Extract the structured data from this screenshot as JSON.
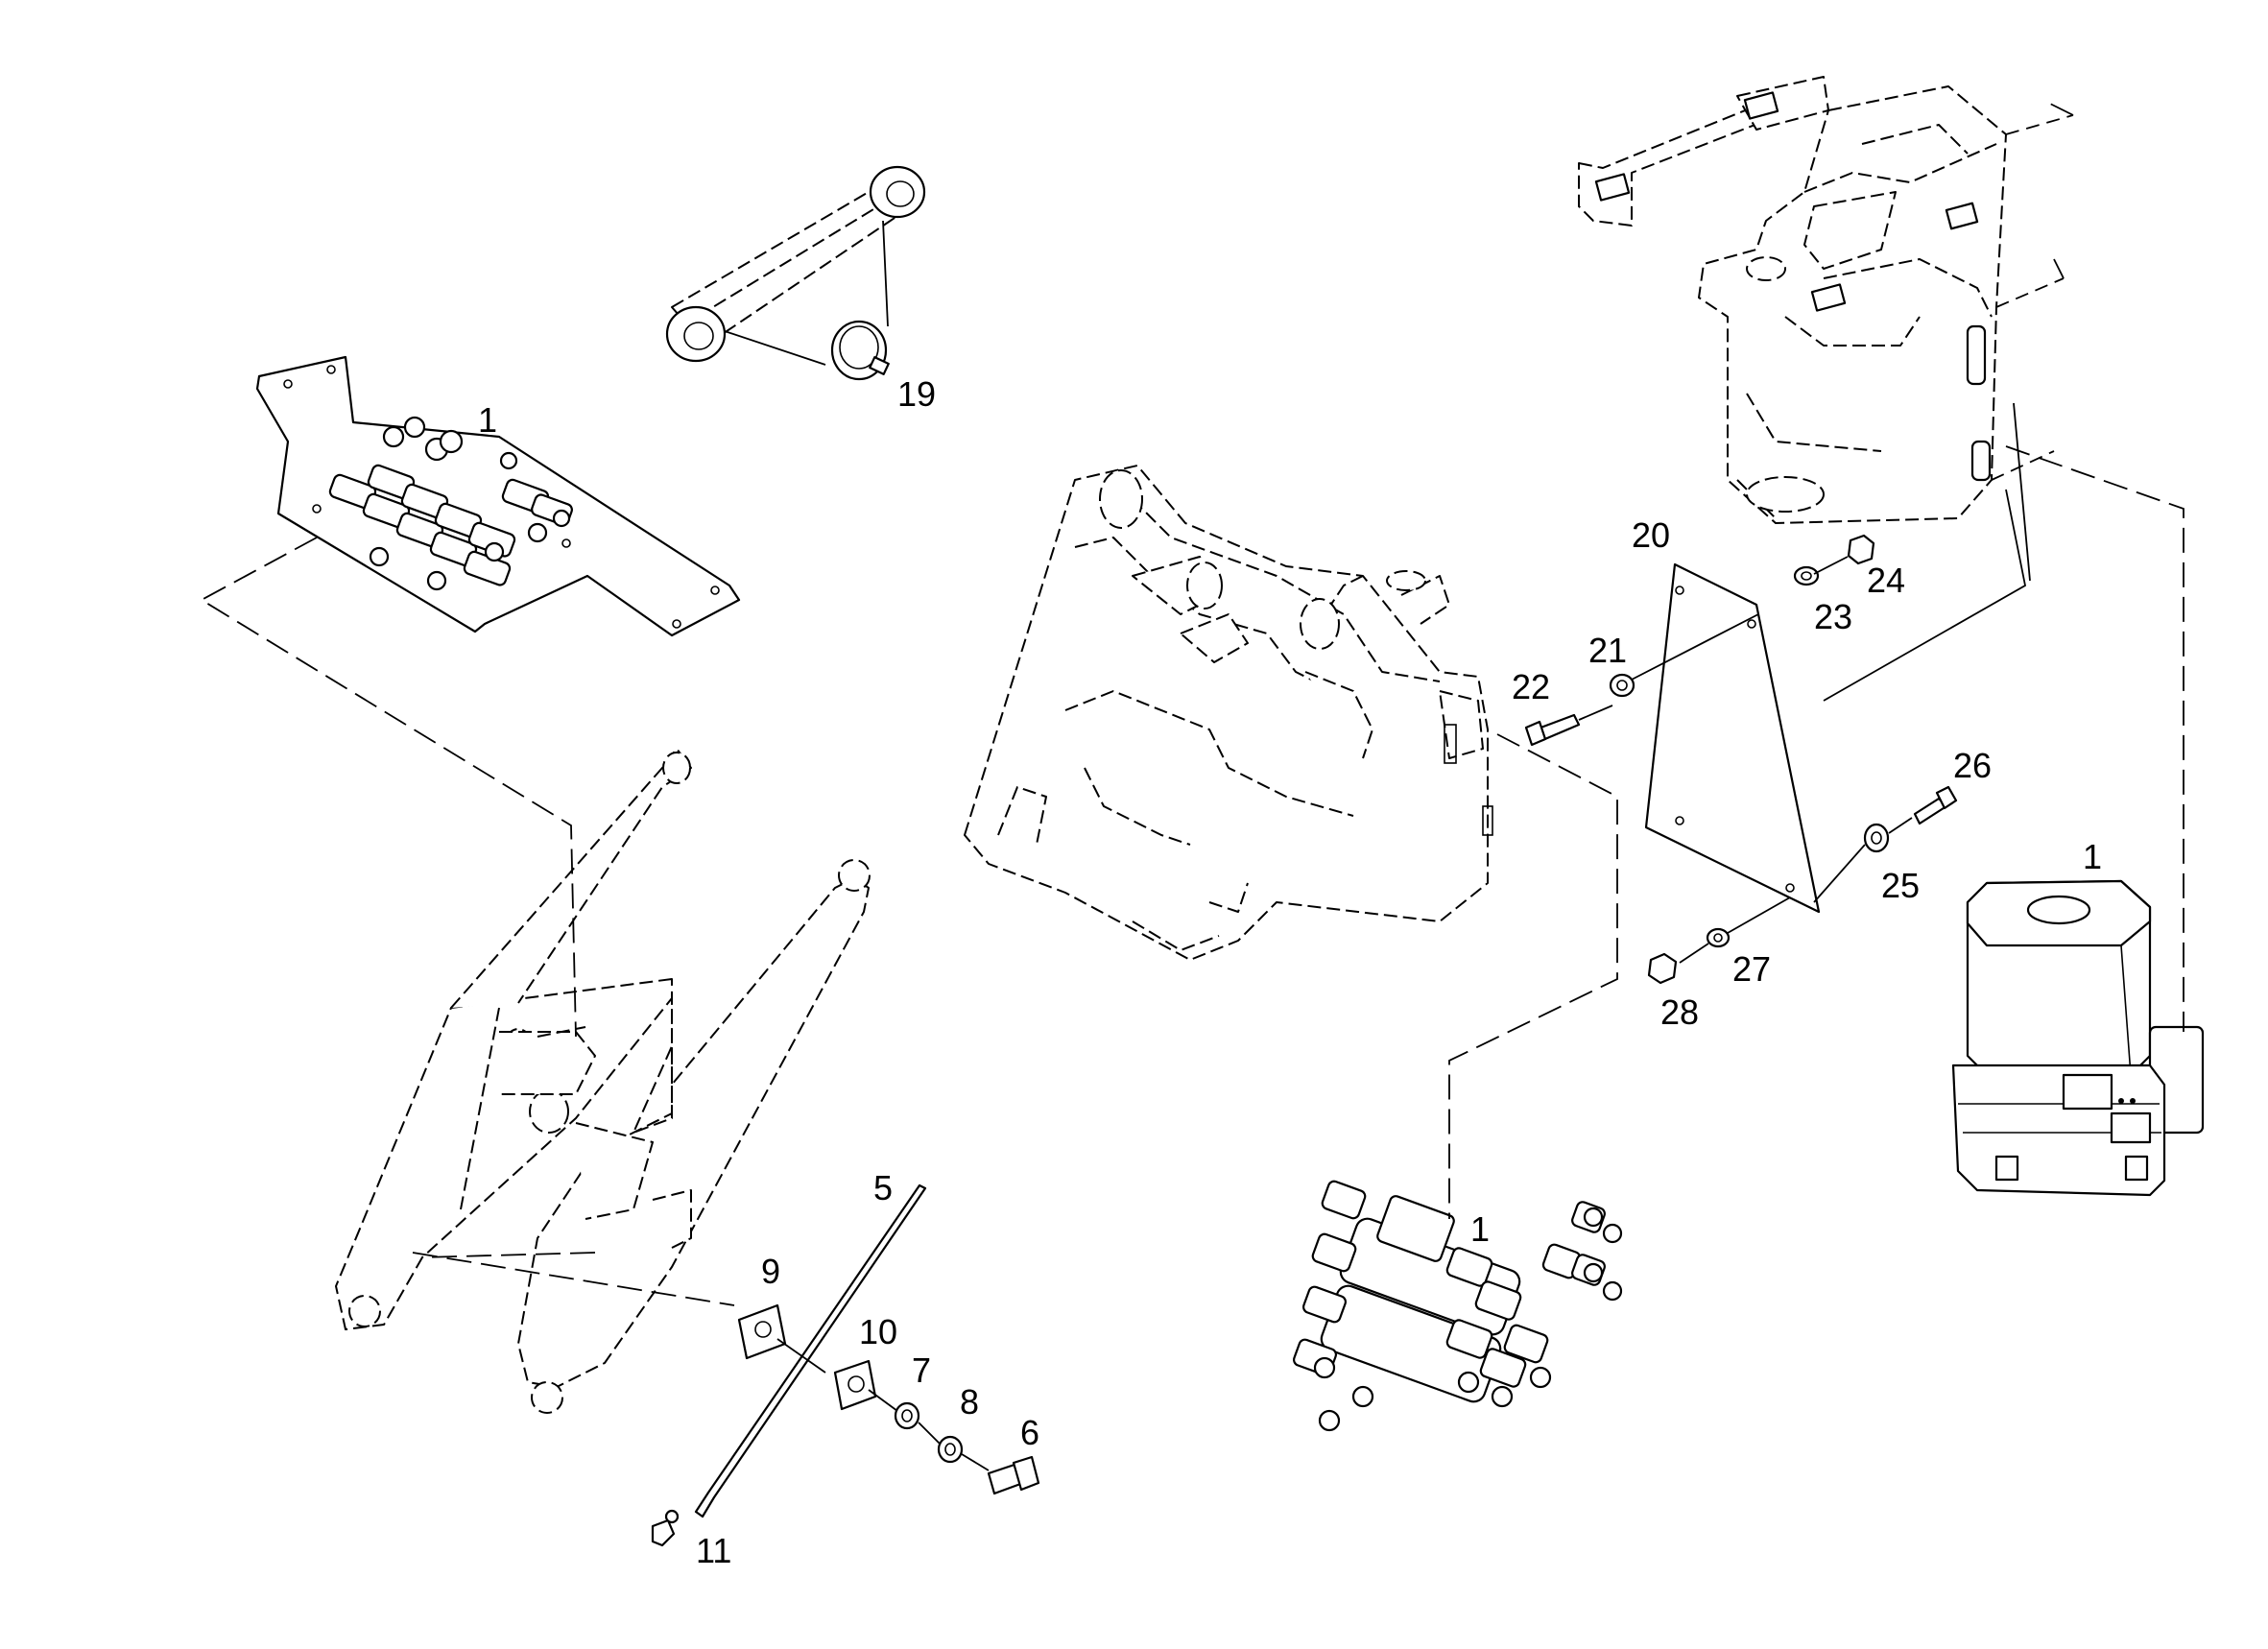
{
  "callouts": {
    "c1_plate": "1",
    "c19": "19",
    "c20": "20",
    "c21": "21",
    "c22": "22",
    "c23": "23",
    "c24": "24",
    "c25": "25",
    "c26": "26",
    "c27": "27",
    "c28": "28",
    "c1_pump": "1",
    "c1_block": "1",
    "c5": "5",
    "c6": "6",
    "c7": "7",
    "c8": "8",
    "c9": "9",
    "c10": "10",
    "c11": "11"
  }
}
